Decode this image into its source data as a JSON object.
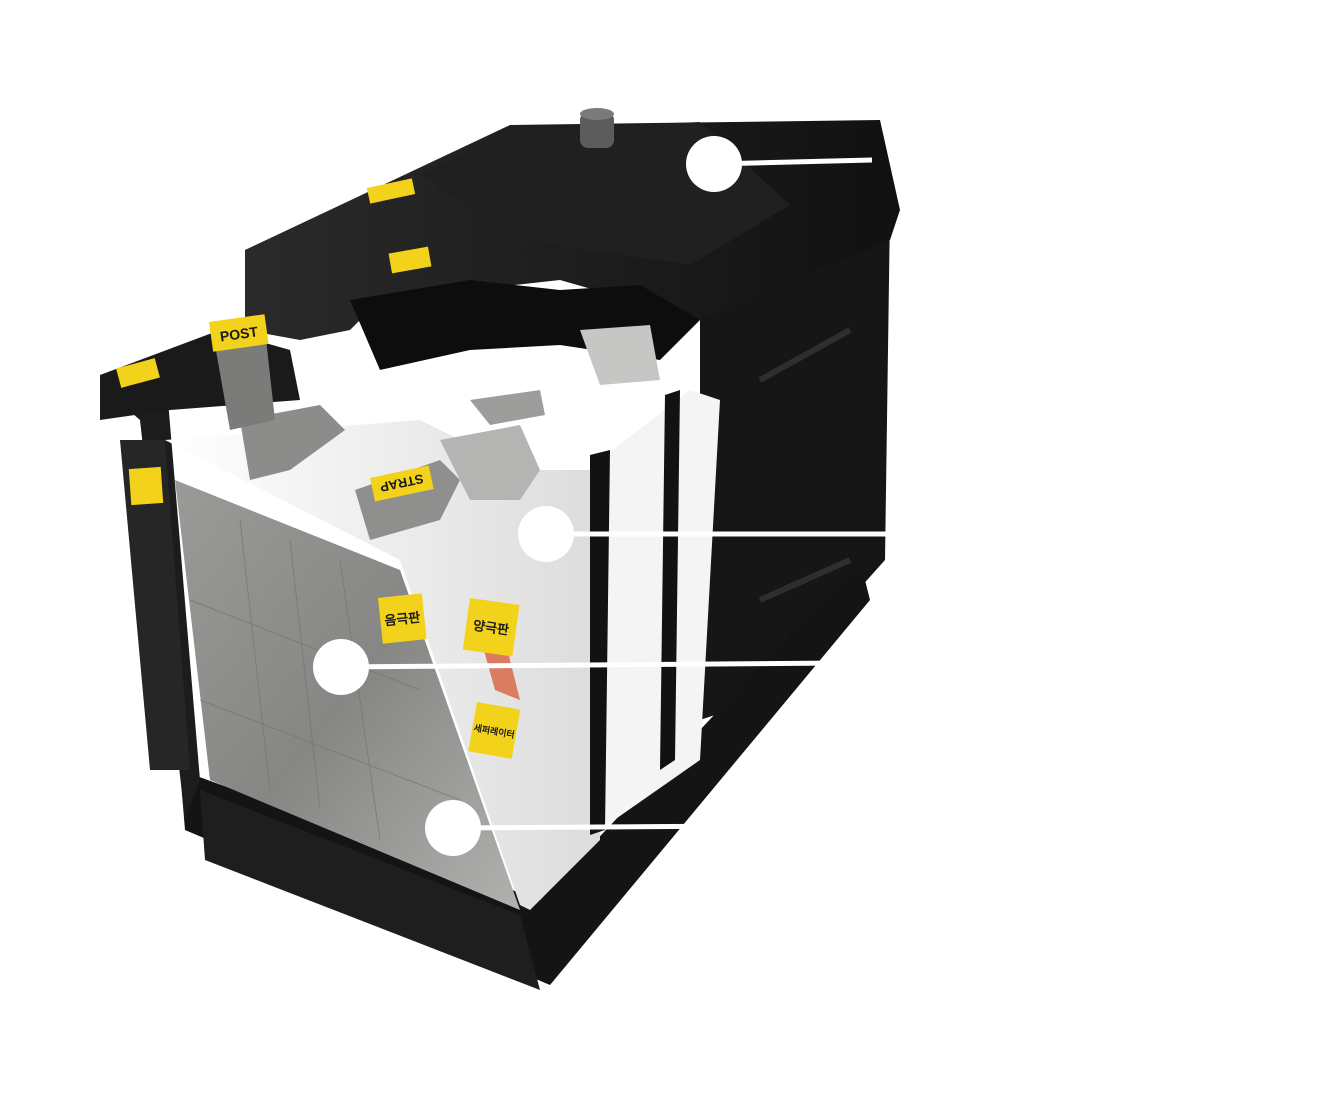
{
  "diagram": {
    "subject": "cutaway lead-acid battery",
    "labels": {
      "post": "POST",
      "strap": "STRAP",
      "negative_plate": "음극판",
      "positive_plate": "양극판",
      "separator": "세퍼레이터"
    },
    "callouts": [
      {
        "id": "callout-1",
        "text": ""
      },
      {
        "id": "callout-2",
        "text": ""
      },
      {
        "id": "callout-3",
        "text": ""
      },
      {
        "id": "callout-4",
        "text": ""
      }
    ],
    "colors": {
      "background": "#ffffff",
      "case": "#1b1b1b",
      "label": "#f2d21a",
      "plate": "#8e8f8d",
      "separator": "#f1f1f1",
      "callout": "#ffffff"
    }
  }
}
